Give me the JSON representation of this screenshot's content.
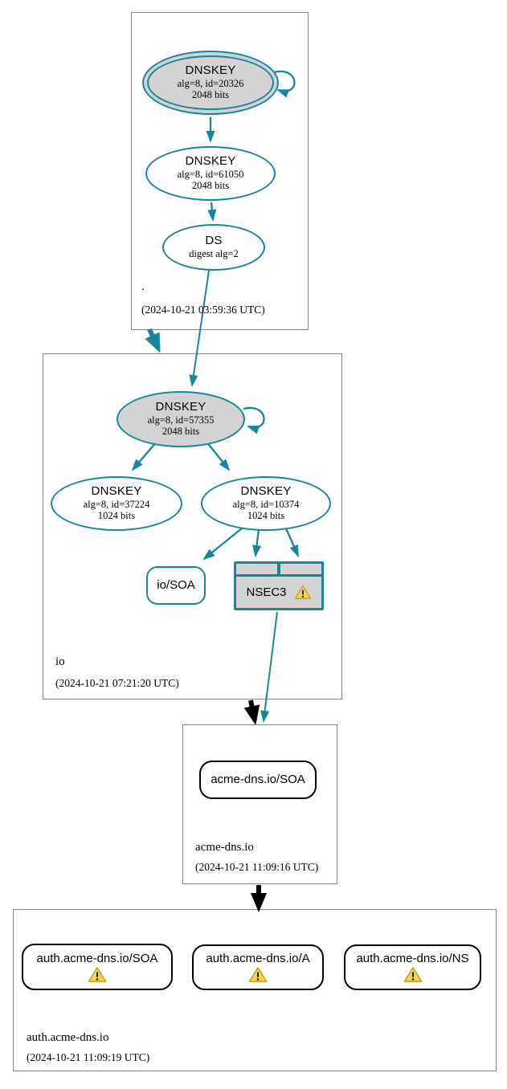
{
  "zones": [
    {
      "name": ".",
      "timestamp": "(2024-10-21 03:59:36 UTC)"
    },
    {
      "name": "io",
      "timestamp": "(2024-10-21 07:21:20 UTC)"
    },
    {
      "name": "acme-dns.io",
      "timestamp": "(2024-10-21 11:09:16 UTC)"
    },
    {
      "name": "auth.acme-dns.io",
      "timestamp": "(2024-10-21 11:09:19 UTC)"
    }
  ],
  "nodes": {
    "root_ksk": {
      "title": "DNSKEY",
      "attr1": "alg=8, id=20326",
      "attr2": "2048 bits"
    },
    "root_zsk": {
      "title": "DNSKEY",
      "attr1": "alg=8, id=61050",
      "attr2": "2048 bits"
    },
    "root_ds": {
      "title": "DS",
      "attr1": "digest alg=2"
    },
    "io_ksk": {
      "title": "DNSKEY",
      "attr1": "alg=8, id=57355",
      "attr2": "2048 bits"
    },
    "io_zsk1": {
      "title": "DNSKEY",
      "attr1": "alg=8, id=37224",
      "attr2": "1024 bits"
    },
    "io_zsk2": {
      "title": "DNSKEY",
      "attr1": "alg=8, id=10374",
      "attr2": "1024 bits"
    },
    "io_soa": {
      "title": "io/SOA"
    },
    "io_nsec3": {
      "title": "NSEC3"
    },
    "acme_soa": {
      "title": "acme-dns.io/SOA"
    },
    "auth_soa": {
      "title": "auth.acme-dns.io/SOA"
    },
    "auth_a": {
      "title": "auth.acme-dns.io/A"
    },
    "auth_ns": {
      "title": "auth.acme-dns.io/NS"
    }
  },
  "colors": {
    "secure_edge_teal": "#15869b",
    "node_fill_gray": "#d3d3d3",
    "zone_box_border": "#828282",
    "warning_fill": "#f8d847",
    "warning_border": "#c9a227"
  }
}
